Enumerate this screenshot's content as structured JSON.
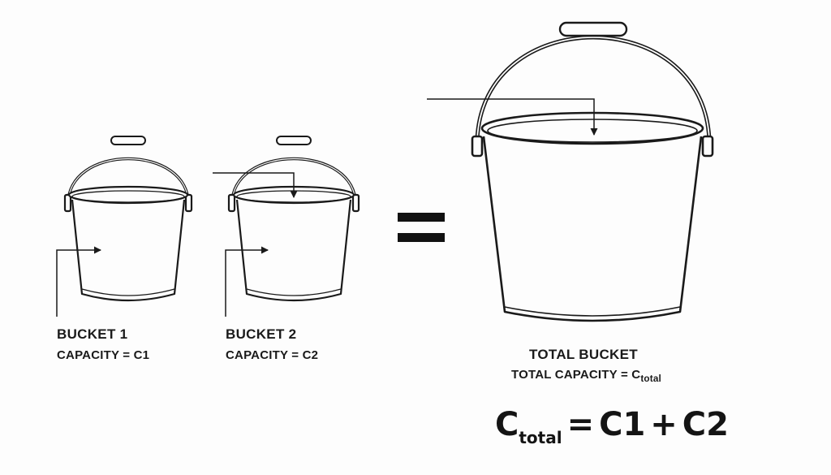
{
  "bucket1": {
    "title": "BUCKET 1",
    "capacity_prefix": "CAPACITY = ",
    "capacity_symbol": "C1"
  },
  "bucket2": {
    "title": "BUCKET 2",
    "capacity_prefix": "CAPACITY = ",
    "capacity_symbol": "C2"
  },
  "total": {
    "title": "TOTAL BUCKET",
    "capacity_prefix": "TOTAL CAPACITY = ",
    "capacity_symbol": "C",
    "capacity_subscript": "total"
  },
  "equals_sign": "=",
  "formula": {
    "lhs_symbol": "C",
    "lhs_subscript": "total",
    "equals": "=",
    "term1": "C1",
    "plus": "+",
    "term2": "C2"
  },
  "colors": {
    "stroke": "#1a1a1a",
    "background": "#fdfdfd"
  }
}
